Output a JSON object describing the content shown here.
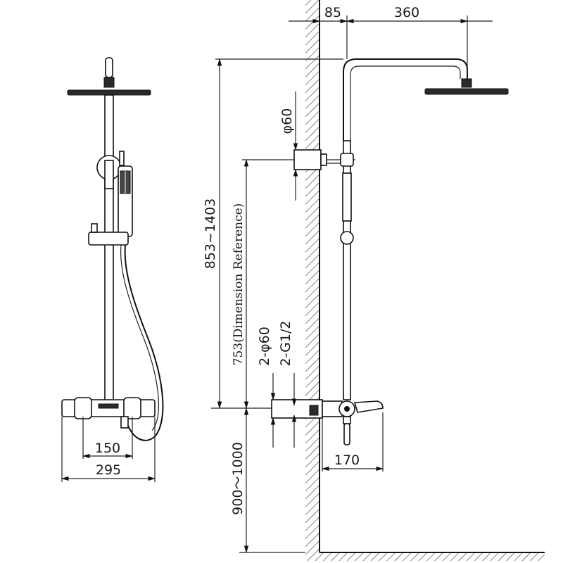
{
  "dimensions": {
    "top_left_offset": "85",
    "top_arm_length": "360",
    "inlet_diameter": "φ60",
    "total_height_range": "853~1403",
    "reference_height": "753(Dimension Reference)",
    "inlet_count_diameter": "2-φ60",
    "inlet_thread": "2-G1/2",
    "mount_height_range": "900～1000",
    "centre_spacing": "150",
    "overall_width": "295",
    "spout_projection": "170"
  }
}
